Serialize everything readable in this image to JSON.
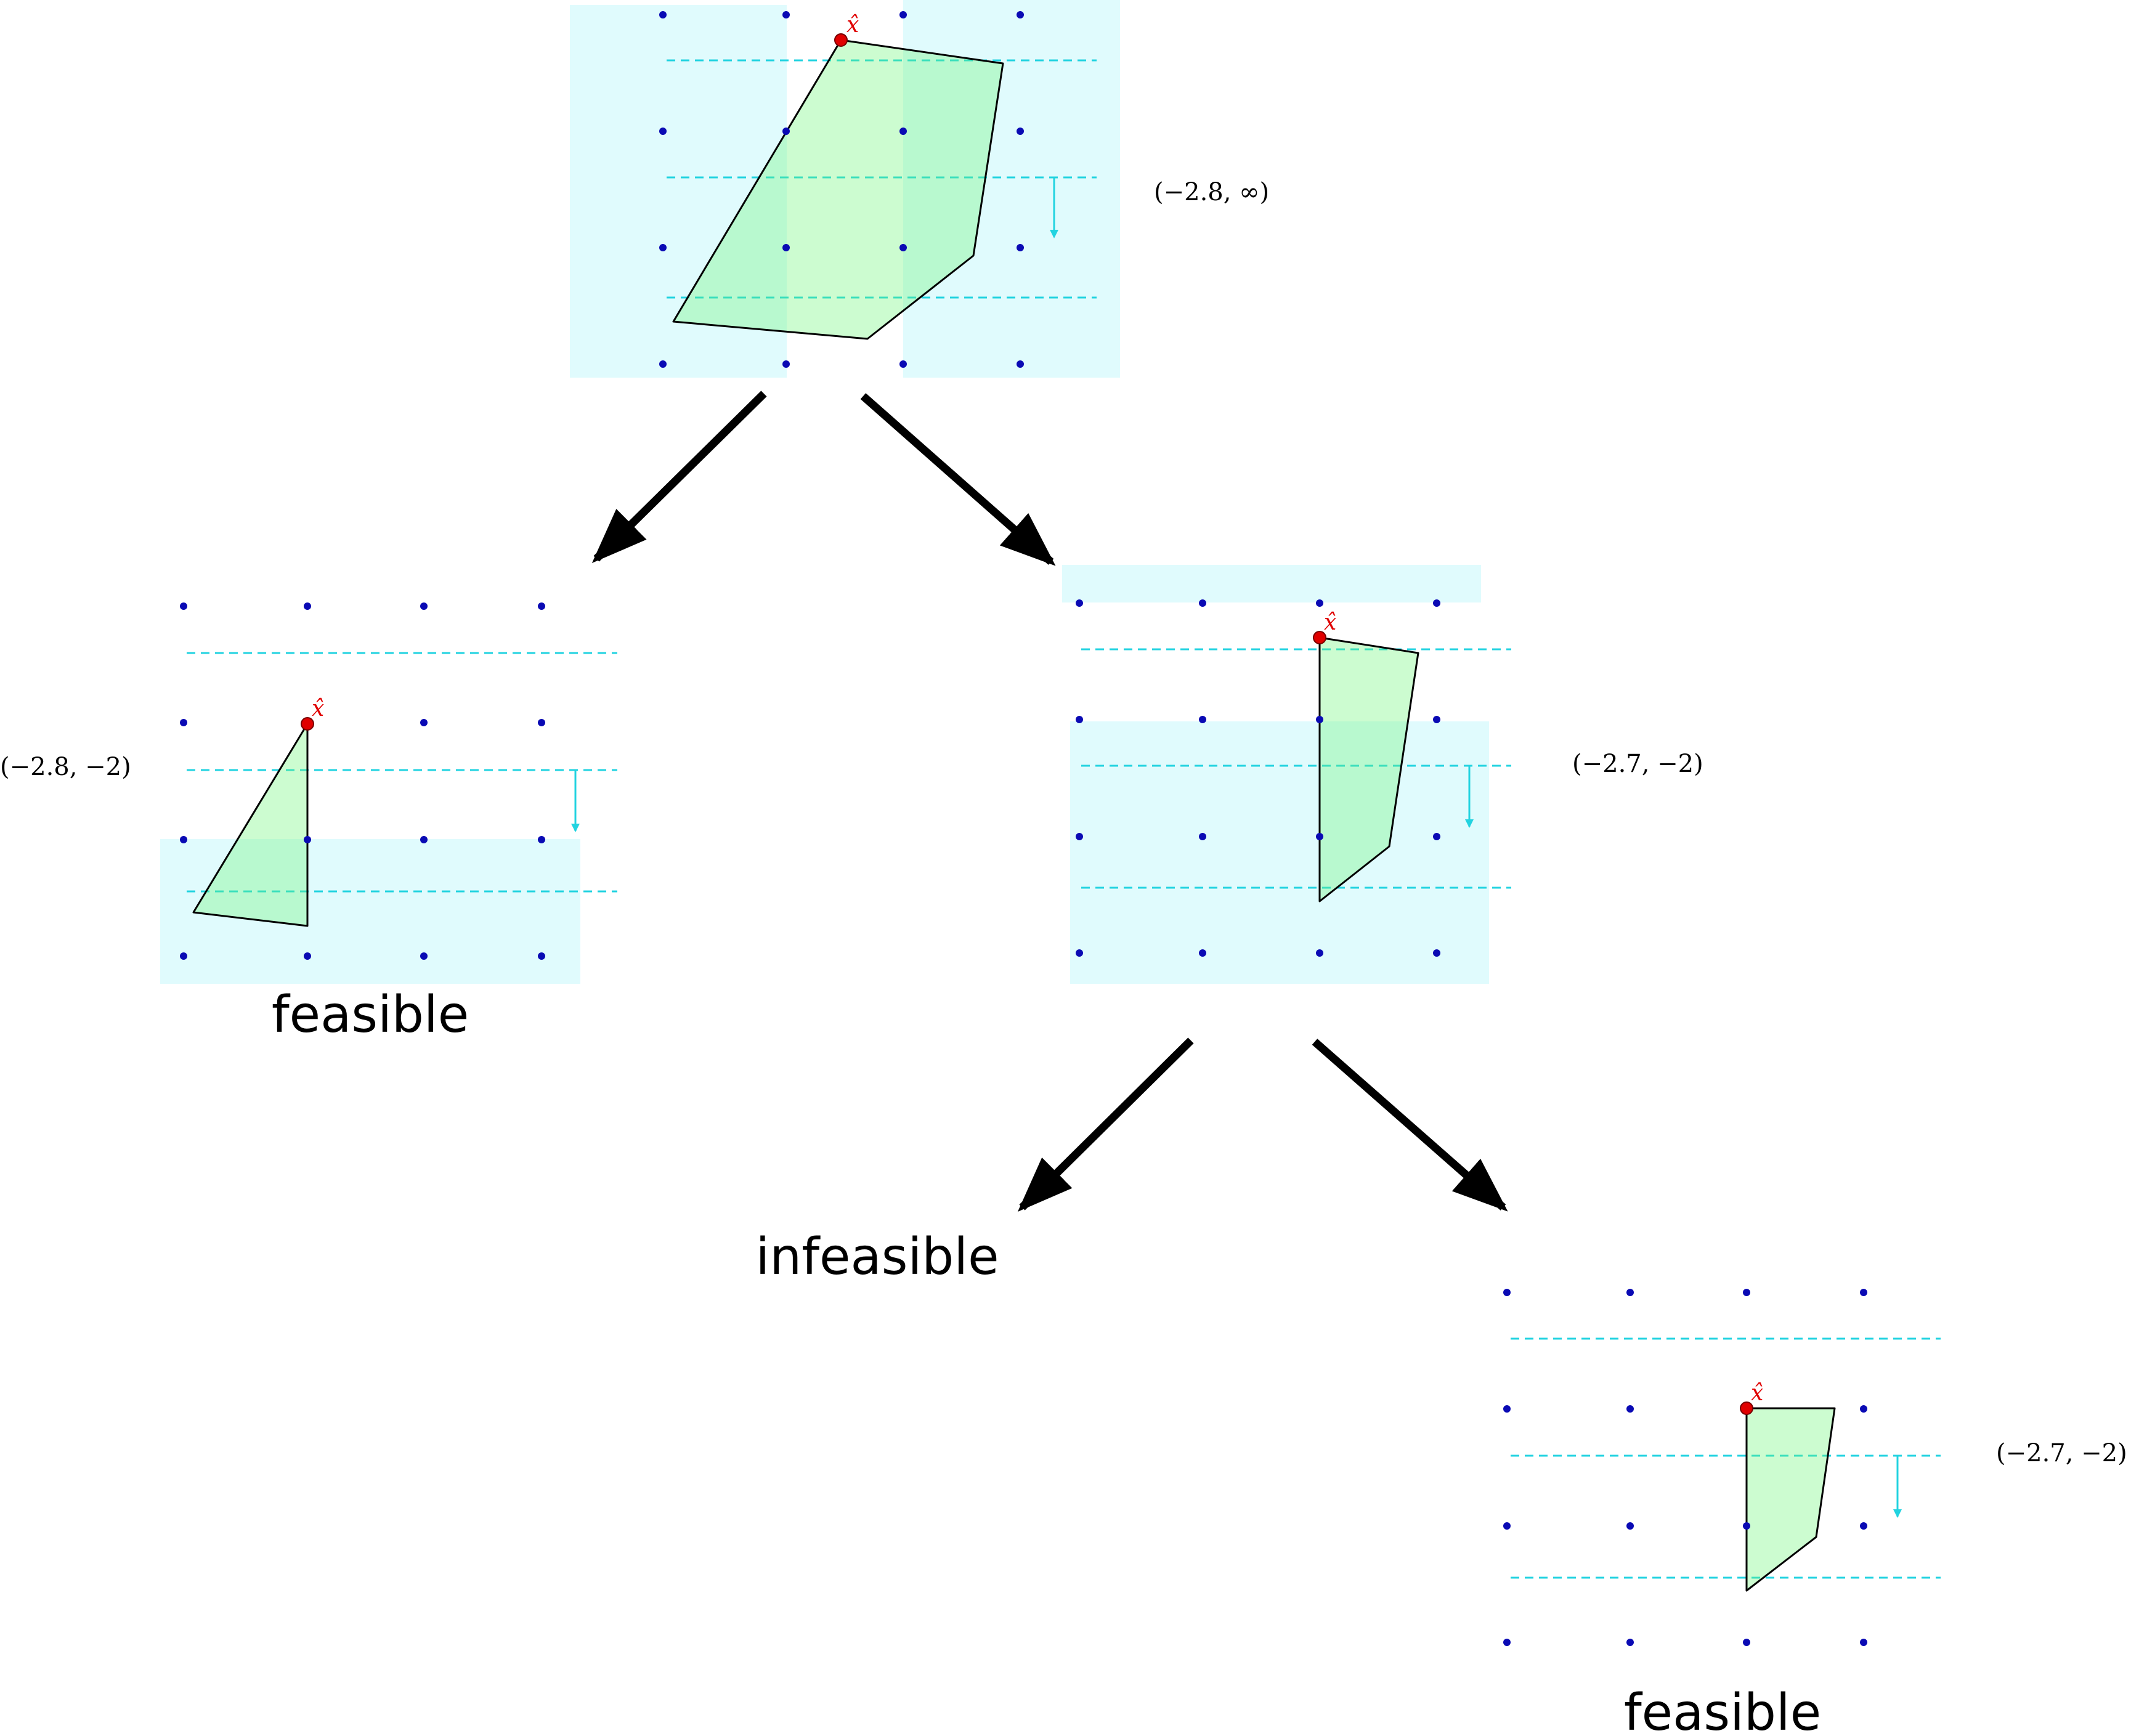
{
  "nodes": {
    "root": {
      "bound": "(−2.8, ∞)",
      "point_label": "x̂"
    },
    "left": {
      "bound": "(−2.8, −2)",
      "point_label": "x̂",
      "status": "feasible"
    },
    "right": {
      "bound": "(−2.7, −2)",
      "point_label": "x̂"
    },
    "right_left": {
      "status": "infeasible"
    },
    "right_right": {
      "bound": "(−2.7, −2)",
      "point_label": "x̂",
      "status": "feasible"
    }
  },
  "colors": {
    "lattice_point": "#0a0ab4",
    "relaxation_point": "#e00000",
    "polytope_fill": "#6ef578",
    "subproblem_region": "#00dceb",
    "objective_level": "#22d3e0",
    "branch_arrow": "#000000"
  }
}
